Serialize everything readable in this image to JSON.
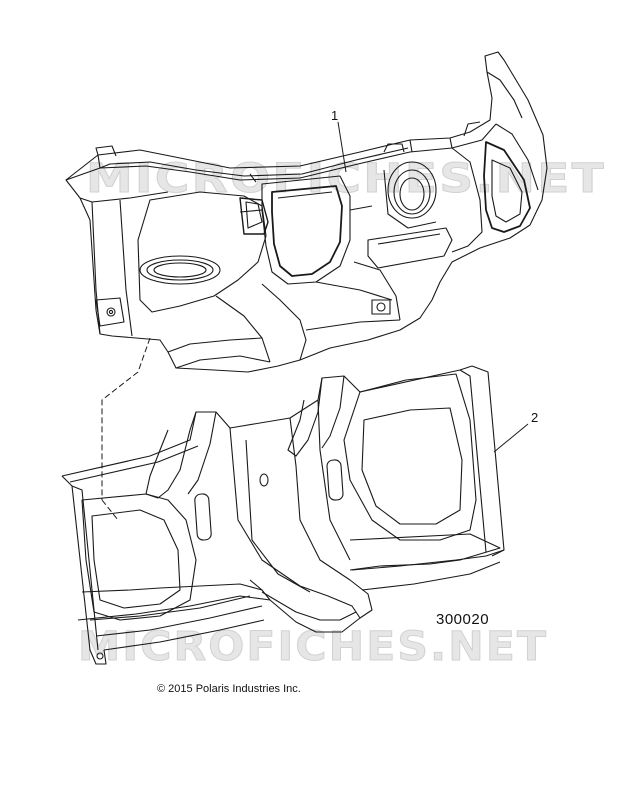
{
  "diagram": {
    "callouts": [
      {
        "id": "1",
        "label": "1",
        "target": "upper-dash-panel"
      },
      {
        "id": "2",
        "label": "2",
        "target": "lower-dash-panel"
      }
    ],
    "part_number": "300020",
    "copyright": "© 2015 Polaris Industries Inc.",
    "watermark": "MICROFICHES.NET",
    "colors": {
      "line": "#1a1a1a",
      "watermark": "#e0e0e0",
      "background": "#ffffff"
    }
  }
}
